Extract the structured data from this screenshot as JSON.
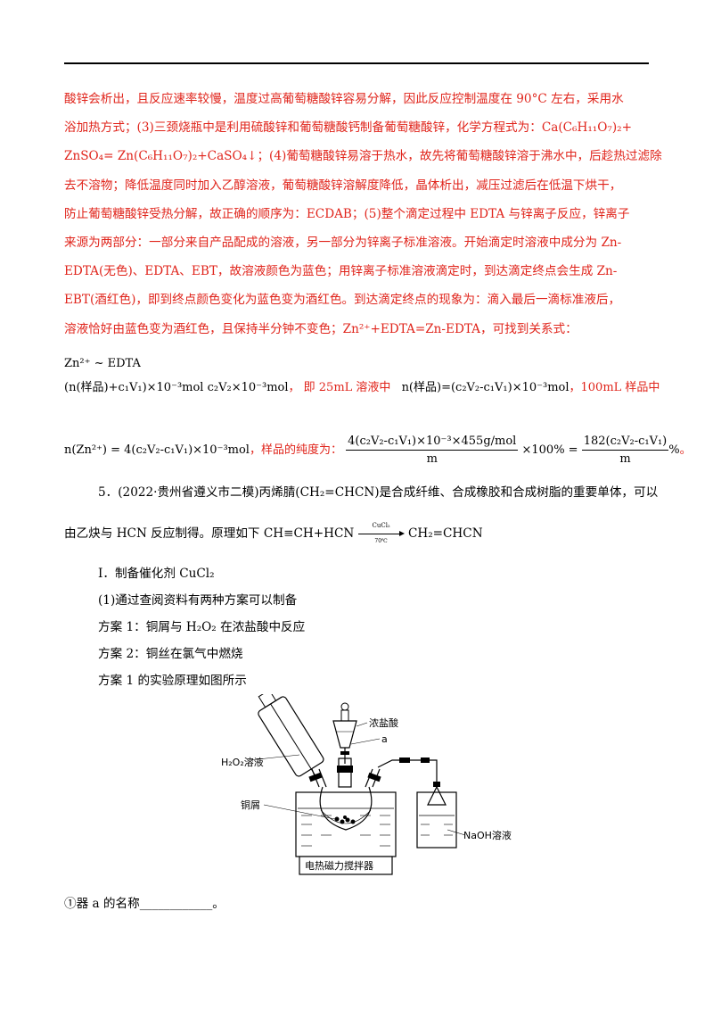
{
  "answer_lines": [
    "酸锌会析出，且反应速率较慢，温度过高葡萄糖酸锌容易分解，因此反应控制温度在 90°C 左右，采用水",
    "浴加热方式；(3)三颈烧瓶中是利用硫酸锌和葡萄糖酸钙制备葡萄糖酸锌，化学方程式为：Ca(C₆H₁₁O₇)₂+",
    "ZnSO₄= Zn(C₆H₁₁O₇)₂+CaSO₄↓；(4)葡萄糖酸锌易溶于热水，故先将葡萄糖酸锌溶于沸水中，后趁热过滤除",
    "去不溶物；降低温度同时加入乙醇溶液，葡萄糖酸锌溶解度降低，晶体析出，减压过滤后在低温下烘干，",
    "防止葡萄糖酸锌受热分解，故正确的顺序为：ECDAB；(5)整个滴定过程中 EDTA 与锌离子反应，锌离子",
    "来源为两部分：一部分来自产品配成的溶液，另一部分为锌离子标准溶液。开始滴定时溶液中成分为 Zn-",
    "EDTA(无色)、EDTA、EBT，故溶液颜色为蓝色；用锌离子标准溶液滴定时，到达滴定终点会生成 Zn-",
    "EBT(酒红色)，即到终点颜色变化为蓝色变为酒红色。到达滴定终点的现象为：滴入最后一滴标准液后，",
    "溶液恰好由蓝色变为酒红色，且保持半分钟不变色；Zn²⁺+EDTA=Zn-EDTA，可找到关系式："
  ],
  "relation": {
    "line1": "Zn²⁺ ~ EDTA",
    "line2a": "(n(样品)+c₁V₁)×10⁻³mol  c₂V₂×10⁻³mol",
    "line2b": "，  即 25mL 溶液中",
    "line2c": "n(样品)=(c₂V₂-c₁V₁)×10⁻³mol",
    "line2d": "，100mL 样品中"
  },
  "purity": {
    "lhs": "n(Zn²⁺) = 4(c₂V₂-c₁V₁)×10⁻³mol",
    "label": "，样品的纯度为：",
    "num1": "4(c₂V₂-c₁V₁)×10⁻³×455g/mol",
    "den1": "m",
    "mid": "×100% =",
    "num2": "182(c₂V₂-c₁V₁)",
    "den2": "m",
    "tail": "%",
    "end": "。"
  },
  "question": {
    "q5_line1": "5．(2022·贵州省遵义市二模)丙烯腈(CH₂=CHCN)是合成纤维、合成橡胶和合成树脂的重要单体，可以",
    "q5_line2_pre": "由乙炔与 HCN 反应制得。原理如下 CH≡CH+HCN",
    "arrow_top": "CuCl₂",
    "arrow_bottom": "70℃",
    "q5_line2_post": "CH₂=CHCN",
    "part_I": "Ⅰ．制备催化剂 CuCl₂",
    "p1": "(1)通过查阅资料有两种方案可以制备",
    "scheme1": "方案 1：铜屑与 H₂O₂ 在浓盐酸中反应",
    "scheme2": "方案 2：铜丝在氯气中燃烧",
    "scheme_fig": "方案 1 的实验原理如图所示",
    "sub_q": "①器 a 的名称____________。"
  },
  "figure_labels": {
    "conc_hcl": "浓盐酸",
    "a": "a",
    "h2o2": "H₂O₂溶液",
    "copper": "铜屑",
    "naoh": "NaOH溶液",
    "stirrer": "电热磁力搅拌器"
  },
  "colors": {
    "answer_red": "#e0241b",
    "text_black": "#000000"
  }
}
